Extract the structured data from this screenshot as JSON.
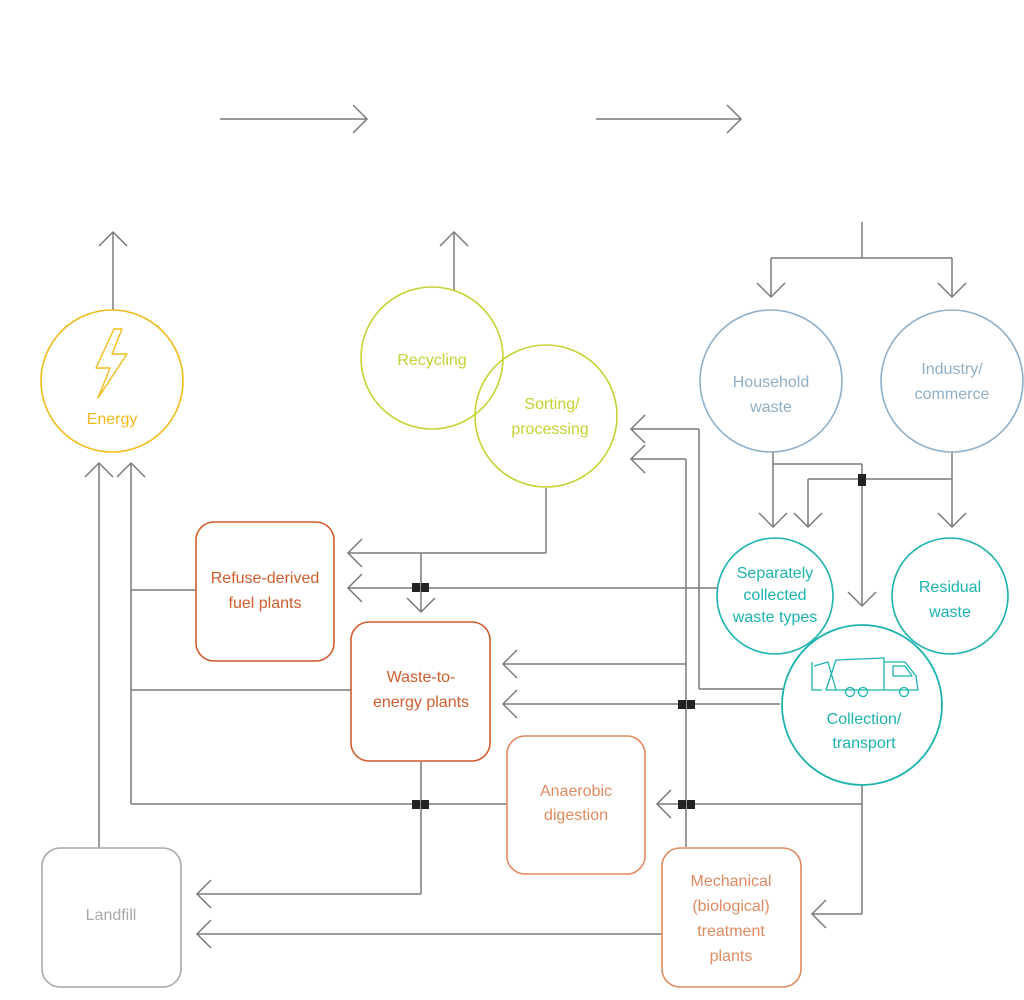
{
  "colors": {
    "energy": "#f2bb1a",
    "recycling": "#c6d230",
    "source": "#8fafc8",
    "collection": "#1bb3b0",
    "plant": "#cf5d2c",
    "landfill": "#a9a9a9",
    "line": "#7a7a7a",
    "junction": "#222222"
  },
  "nodes": {
    "energy": {
      "label": "Energy",
      "icon": "lightning-bolt-icon"
    },
    "recycling": {
      "label": "Recycling"
    },
    "sorting": {
      "line1": "Sorting/",
      "line2": "processing"
    },
    "household": {
      "line1": "Household",
      "line2": "waste"
    },
    "industry": {
      "line1": "Industry/",
      "line2": "commerce"
    },
    "separately": {
      "line1": "Separately",
      "line2": "collected",
      "line3": "waste types"
    },
    "residual": {
      "line1": "Residual",
      "line2": "waste"
    },
    "collection": {
      "line1": "Collection/",
      "line2": "transport",
      "icon": "garbage-truck-icon"
    },
    "rdf": {
      "line1": "Refuse-derived",
      "line2": "fuel plants"
    },
    "wte": {
      "line1": "Waste-to-",
      "line2": "energy plants"
    },
    "anaerobic": {
      "line1": "Anaerobic",
      "line2": "digestion"
    },
    "mbt": {
      "line1": "Mechanical",
      "line2": "(biological)",
      "line3": "treatment",
      "line4": "plants"
    },
    "landfill": {
      "label": "Landfill"
    }
  }
}
